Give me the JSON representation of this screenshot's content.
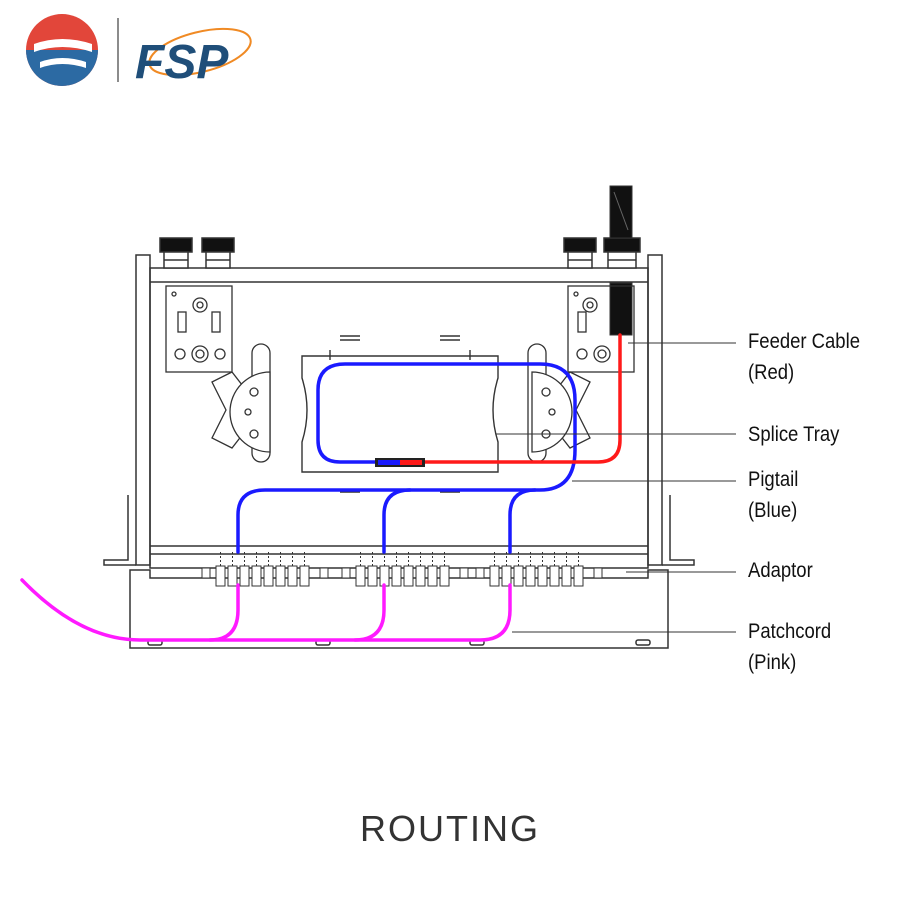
{
  "brand": {
    "logo_text": "FSP",
    "colors": {
      "red": "#e2463a",
      "blue": "#2c6aa3",
      "orange": "#f08a24",
      "navy": "#1f4e79"
    }
  },
  "diagram": {
    "caption": "ROUTING",
    "callouts": {
      "feeder_cable": [
        "Feeder Cable",
        "(Red)"
      ],
      "splice_tray": [
        "Splice Tray"
      ],
      "pigtail": [
        "Pigtail",
        "(Blue)"
      ],
      "adaptor": [
        "Adaptor"
      ],
      "patchcord": [
        "Patchcord",
        "(Pink)"
      ]
    },
    "cable_colors": {
      "feeder": "#ff1a1a",
      "pigtail": "#1a1aff",
      "patchcord": "#ff1aff",
      "outline": "#333333"
    }
  }
}
